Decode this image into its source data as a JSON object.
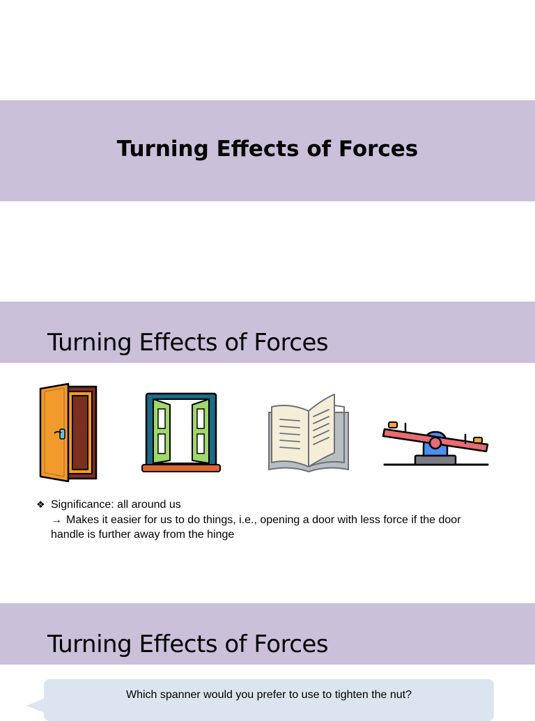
{
  "slide1": {
    "title": "Turning Effects of Forces"
  },
  "slide2": {
    "title": "Turning Effects of Forces",
    "images": [
      "door-icon",
      "window-icon",
      "book-icon",
      "seesaw-icon"
    ],
    "bullet_symbol": "❖",
    "bullet_text": "Significance: all around us",
    "arrow_symbol": "→",
    "sub_text": "Makes it easier for us to do things, i.e., opening a door with less force if the door handle is further away from the hinge"
  },
  "slide3": {
    "title": "Turning Effects of Forces",
    "callout_text": "Which spanner would you prefer to use to tighten the nut?"
  },
  "colors": {
    "band": "#cac0da",
    "callout": "#dce5ef"
  }
}
